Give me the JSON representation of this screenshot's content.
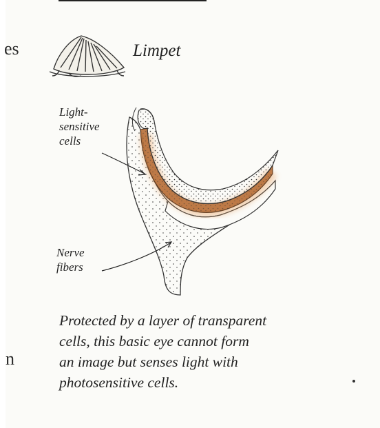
{
  "title": "Limpet",
  "labels": {
    "light_sensitive_lines": [
      "Light-",
      "sensitive",
      "cells"
    ],
    "nerve_lines": [
      "Nerve",
      "fibers"
    ]
  },
  "caption_lines": [
    "Protected by a layer of transparent",
    "cells, this basic eye cannot form",
    "an image but senses light with",
    "photosensitive cells."
  ],
  "margin_fragments": {
    "top": "es",
    "bottom": "n"
  },
  "colors": {
    "ink": "#222222",
    "cell_layer": "#b8703a",
    "cell_glow": "#e8a060",
    "page": "#fbfbf8"
  }
}
